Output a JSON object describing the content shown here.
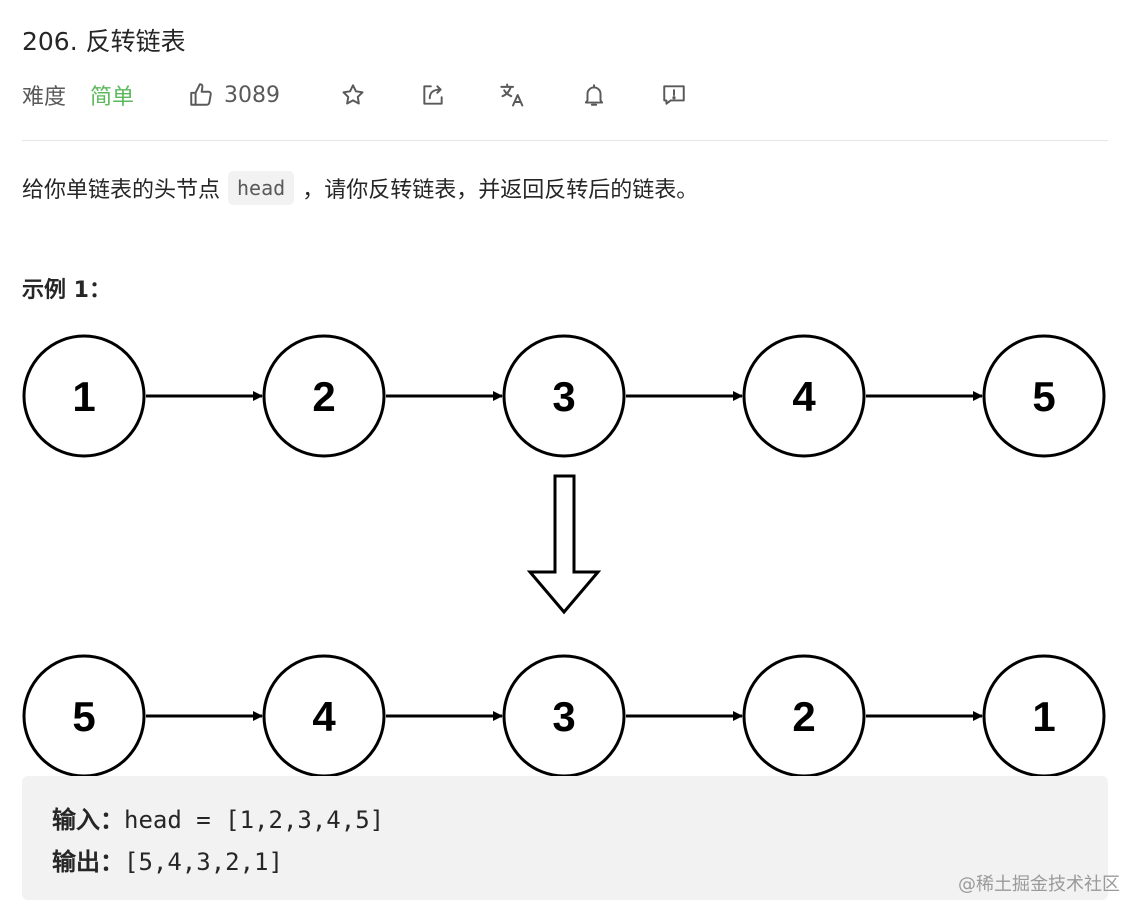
{
  "problem": {
    "title": "206. 反转链表",
    "difficulty_label": "难度",
    "difficulty_value": "简单",
    "likes": "3089"
  },
  "toolbar_icons": [
    "thumbs-up-icon",
    "star-icon",
    "share-icon",
    "translate-icon",
    "bell-icon",
    "feedback-icon"
  ],
  "description": {
    "before": "给你单链表的头节点",
    "code": "head",
    "after": "，请你反转链表，并返回反转后的链表。"
  },
  "example": {
    "title": "示例 1：",
    "input_label": "输入：",
    "input_value": "head = [1,2,3,4,5]",
    "output_label": "输出：",
    "output_value": "[5,4,3,2,1]",
    "list_before": [
      "1",
      "2",
      "3",
      "4",
      "5"
    ],
    "list_after": [
      "5",
      "4",
      "3",
      "2",
      "1"
    ]
  },
  "watermark": "@稀土掘金技术社区",
  "colors": {
    "accent_green": "#5cb85c",
    "text": "#262626",
    "muted": "#595959"
  }
}
